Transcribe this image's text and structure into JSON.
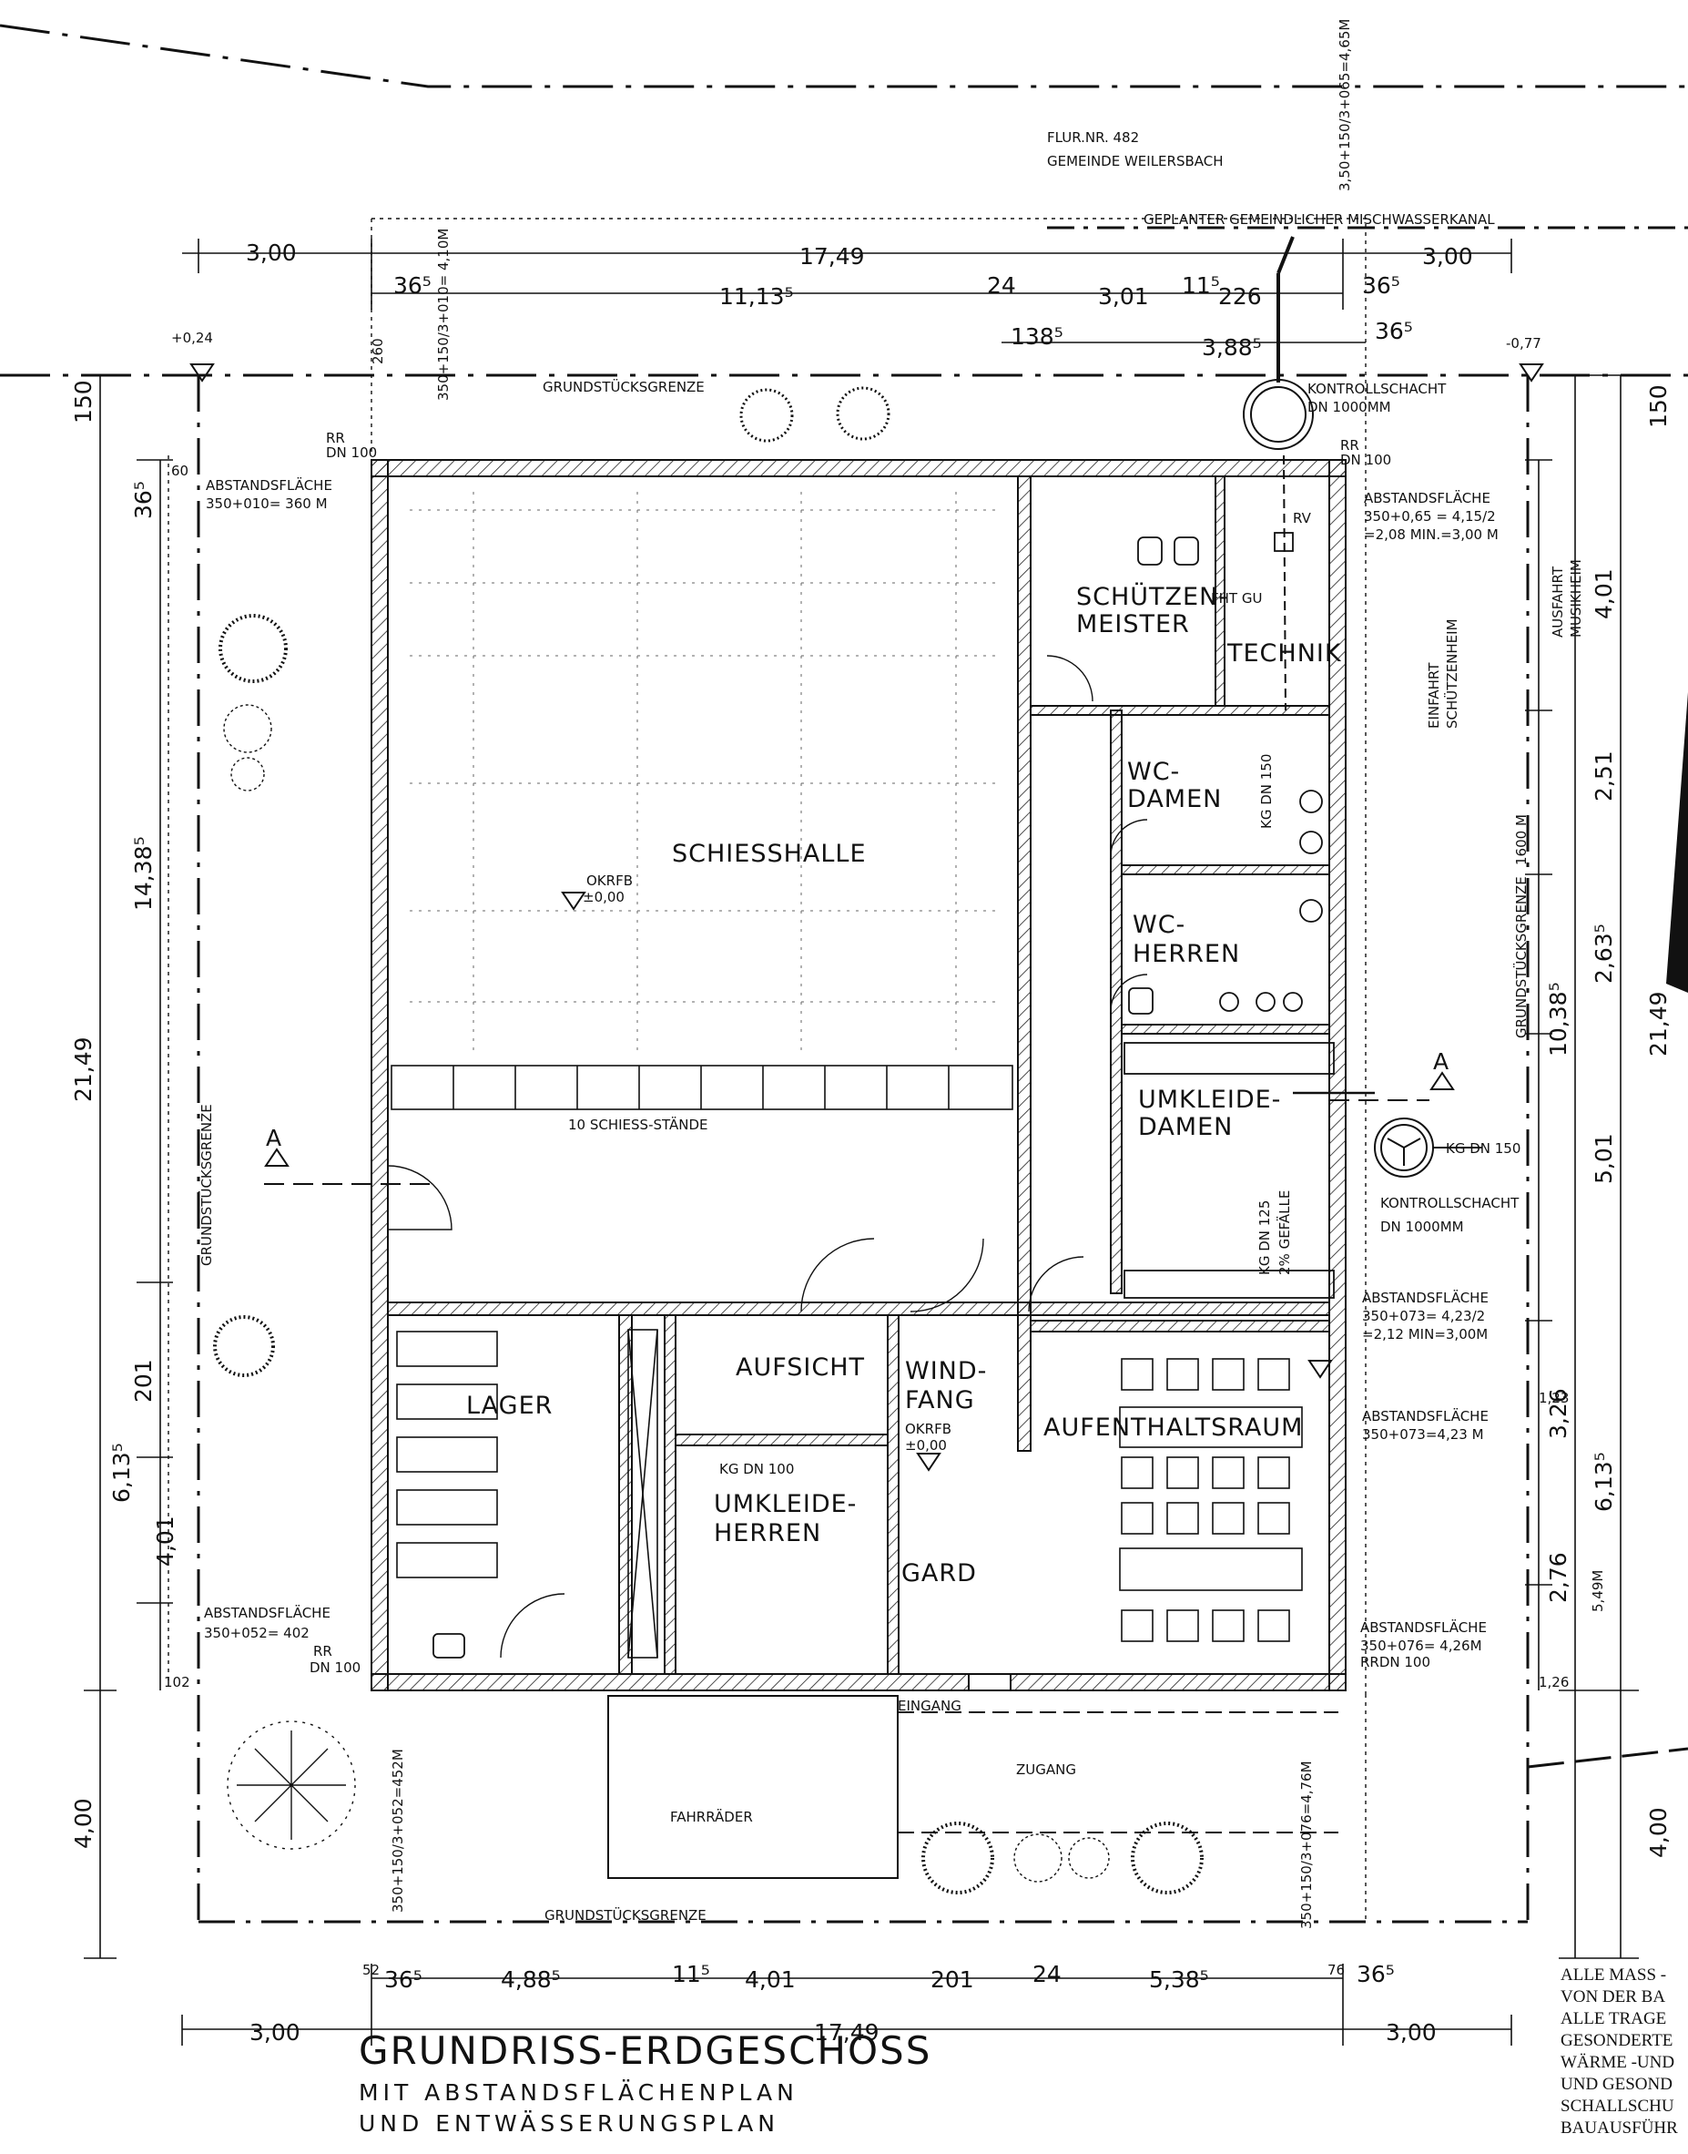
{
  "plot": {
    "parcel": "FLUR.NR. 482",
    "municipality": "GEMEINDE WEILERSBACH",
    "sewer": "GEPLANTER GEMEINDLICHER MISCHWASSERKANAL",
    "boundary_label": "GRUNDSTÜCKSGRENZE",
    "boundary_length": "1600 M",
    "level_left": "+0,24",
    "level_right": "-0,77"
  },
  "rooms": {
    "schiesshalle": "SCHIESSHALLE",
    "okrfb": "OKRFB",
    "okrfb_value": "±0,00",
    "staende": "10 SCHIESS-STÄNDE",
    "schuetzenmeister_1": "SCHÜTZEN-",
    "schuetzenmeister_2": "MEISTER",
    "technik": "TECHNIK",
    "wc_damen_1": "WC-",
    "wc_damen_2": "DAMEN",
    "wc_herren_1": "WC-",
    "wc_herren_2": "HERREN",
    "umkleide_damen_1": "UMKLEIDE-",
    "umkleide_damen_2": "DAMEN",
    "lager": "LAGER",
    "aufsicht": "AUFSICHT",
    "windfang_1": "WIND-",
    "windfang_2": "FANG",
    "umkleide_herren_1": "UMKLEIDE-",
    "umkleide_herren_2": "HERREN",
    "gard": "GARD",
    "aufenthaltsraum": "AUFENTHALTSRAUM",
    "eingang": "EINGANG",
    "zugang": "ZUGANG",
    "fahrraeder": "FAHRRÄDER",
    "einfahrt_1": "EINFAHRT",
    "einfahrt_2": "SCHÜTZENHEIM",
    "ausfahrt_1": "AUSFAHRT",
    "ausfahrt_2": "MUSIKHEIM"
  },
  "pipes": {
    "kontrollschacht": "KONTROLLSCHACHT",
    "dn1000": "DN 1000MM",
    "rr": "RR",
    "dn100": "DN 100",
    "rv": "RV",
    "fht": "FHT GU",
    "kg150": "KG DN 150",
    "kg125": "KG DN 125",
    "gefaelle": "2% GEFÄLLE",
    "kg100": "KG DN 100",
    "rrdn100": "RRDN 100"
  },
  "abstand": {
    "label": "ABSTANDSFLÄCHE",
    "nw": "350+010= 360 M",
    "ne_1": "350+0,65 = 4,15/2",
    "ne_2": "=2,08 MIN.=3,00 M",
    "e1_1": "350+073= 4,23/2",
    "e1_2": "=2,12 MIN=3,00M",
    "e2": "350+073=4,23 M",
    "sw": "350+052= 402",
    "se_1": "350+076= 4,26M",
    "top_v": "350+150/3+010= 4,10M",
    "topright_v": "3,50+150/3+065=4,65M",
    "bottomleft_v": "350+150/3+052=452M",
    "bottomright_v": "350+150/3+076=4,76M"
  },
  "dims": {
    "d300": "3,00",
    "d1749": "17,49",
    "d2149": "21,49",
    "d11135": "11,13⁵",
    "d365": "36⁵",
    "d24": "24",
    "d301": "3,01",
    "d115": "11⁵",
    "d226": "226",
    "d1385": "138⁵",
    "d3885": "3,88⁵",
    "d150": "150",
    "d401": "4,01",
    "d251": "2,51",
    "d2635": "2,63⁵",
    "d10385": "10,38⁵",
    "d501": "5,01",
    "d14385": "14,38⁵",
    "d201": "201",
    "d6135": "6,13⁵",
    "d326": "3,26",
    "d276": "2,76",
    "d400": "4,00",
    "d4885": "4,88⁵",
    "d5385": "5,38⁵",
    "d52": "52",
    "d76": "76",
    "d102": "102",
    "d123": "1,23",
    "d126": "1,26",
    "d549": "5,49M",
    "d260": "260",
    "d60": "60"
  },
  "title_block": {
    "title": "GRUNDRISS-ERDGESCHOSS",
    "sub1": "MIT ABSTANDSFLÄCHENPLAN",
    "sub2": "UND ENTWÄSSERUNGSPLAN"
  },
  "notes": [
    "ALLE MASS -",
    "VON DER BA",
    "ALLE TRAGE",
    "GESONDERTE",
    "WÄRME -UND",
    "UND GESOND",
    "SCHALLSCHU",
    "BAUAUSFÜHR"
  ],
  "section_marker": "A"
}
